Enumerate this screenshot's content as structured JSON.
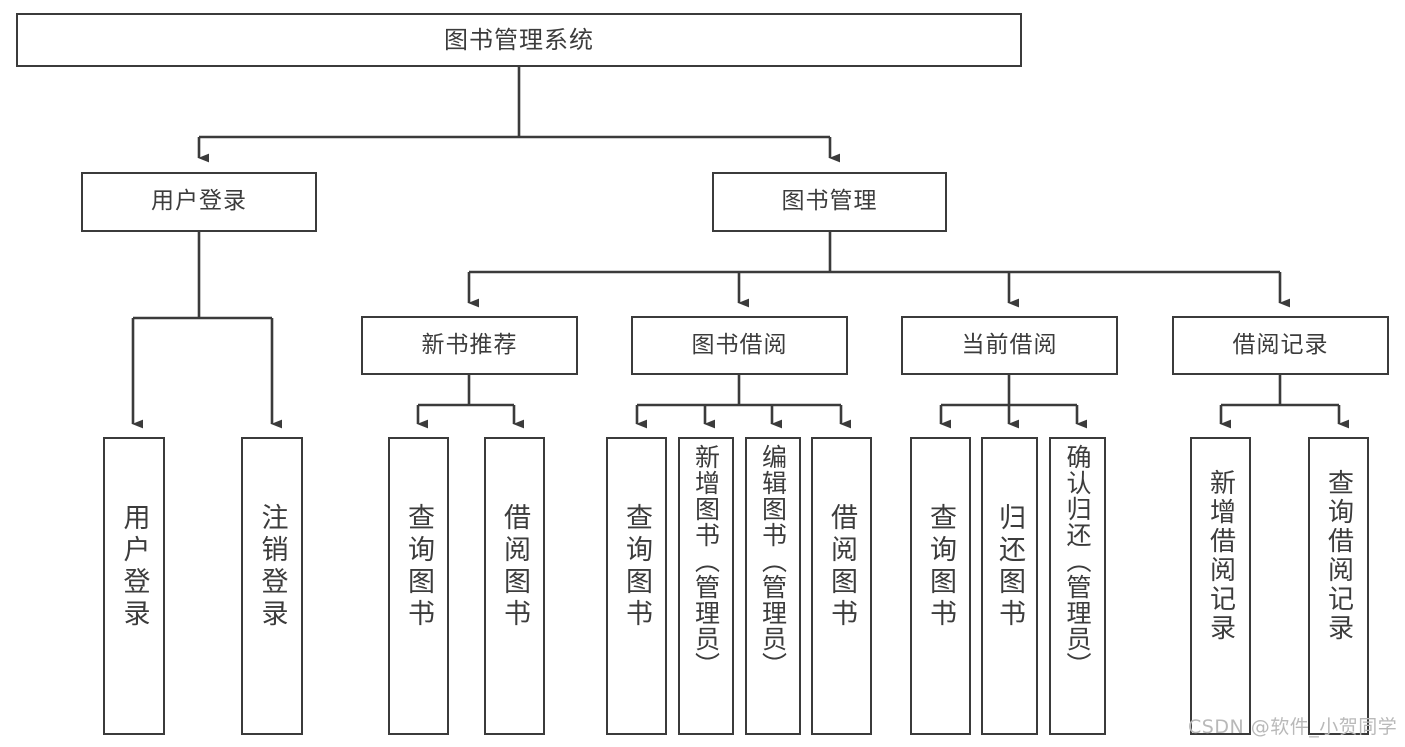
{
  "diagram": {
    "title": "图书管理系统",
    "type": "tree-hierarchy-diagram",
    "colors": {
      "border": "#3b3b3b",
      "text": "#3c3c3c",
      "background": "#ffffff",
      "watermark": "#b9b9b9"
    },
    "root": {
      "label": "图书管理系统"
    },
    "level2": [
      {
        "label": "用户登录"
      },
      {
        "label": "图书管理"
      }
    ],
    "level3": [
      {
        "label": "新书推荐"
      },
      {
        "label": "图书借阅"
      },
      {
        "label": "当前借阅"
      },
      {
        "label": "借阅记录"
      }
    ],
    "leaves": {
      "user_login": [
        {
          "label": "用户登录"
        },
        {
          "label": "注销登录"
        }
      ],
      "new_book": [
        {
          "label": "查询图书"
        },
        {
          "label": "借阅图书"
        }
      ],
      "book_borrow": [
        {
          "label": "查询图书"
        },
        {
          "label": "新增图书（管理员）"
        },
        {
          "label": "编辑图书（管理员）"
        },
        {
          "label": "借阅图书"
        }
      ],
      "current_borrow": [
        {
          "label": "查询图书"
        },
        {
          "label": "归还图书"
        },
        {
          "label": "确认归还（管理员）"
        }
      ],
      "borrow_record": [
        {
          "label": "新增借阅记录"
        },
        {
          "label": "查询借阅记录"
        }
      ]
    }
  },
  "watermark": {
    "text": "CSDN @软件_小贺同学"
  }
}
